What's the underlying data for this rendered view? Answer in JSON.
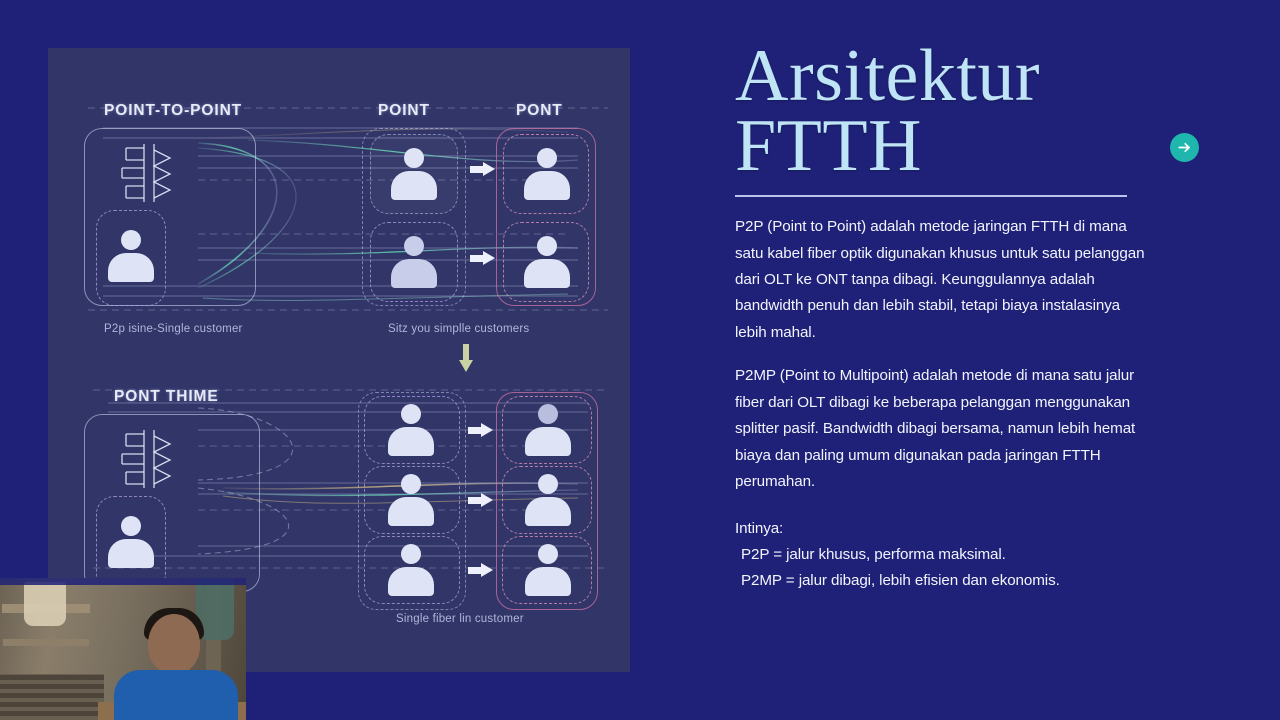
{
  "slide": {
    "background_color": "#1e2177",
    "panel_color": "#313568"
  },
  "header": {
    "title_line1": "Arsitektur",
    "title_line2": "FTTH",
    "title_color": "#bfe4f5"
  },
  "next_button": {
    "label": "→",
    "icon": "arrow-right-icon",
    "color": "#1fb6ad"
  },
  "diagram": {
    "headings": [
      {
        "id": "p2p",
        "label": "POINT-TO-POINT"
      },
      {
        "id": "point",
        "label": "POINT"
      },
      {
        "id": "pont",
        "label": "PONT"
      },
      {
        "id": "pont-thime",
        "label": "PONT THIME"
      }
    ],
    "captions": [
      {
        "id": "p2p-caption",
        "label": "P2p isine-Single customer"
      },
      {
        "id": "multi-caption",
        "label": "Sitz you simplle customers"
      },
      {
        "id": "bottom-caption",
        "label": "Single fiber lin customer"
      }
    ],
    "icons": {
      "equipment": "olt-splitter-icon",
      "customer": "customer-person-icon",
      "flow_arrow": "arrow-right-icon",
      "section_arrow": "arrow-down-icon"
    }
  },
  "body": {
    "paragraphs": [
      "P2P (Point to Point) adalah metode jaringan FTTH di mana satu kabel fiber optik digunakan khusus untuk satu pelanggan dari OLT ke ONT tanpa dibagi. Keunggulannya adalah bandwidth penuh dan lebih stabil, tetapi biaya instalasinya lebih mahal.",
      "P2MP (Point to Multipoint) adalah metode di mana satu jalur fiber dari OLT dibagi ke beberapa pelanggan menggunakan splitter pasif. Bandwidth dibagi bersama, namun lebih hemat biaya dan paling umum digunakan pada jaringan FTTH perumahan."
    ],
    "summary": {
      "heading": "Intinya:",
      "line1": "P2P = jalur khusus, performa maksimal.",
      "line2": "P2MP = jalur dibagi, lebih efisien dan ekonomis."
    }
  },
  "webcam": {
    "label": "presenter-webcam"
  }
}
